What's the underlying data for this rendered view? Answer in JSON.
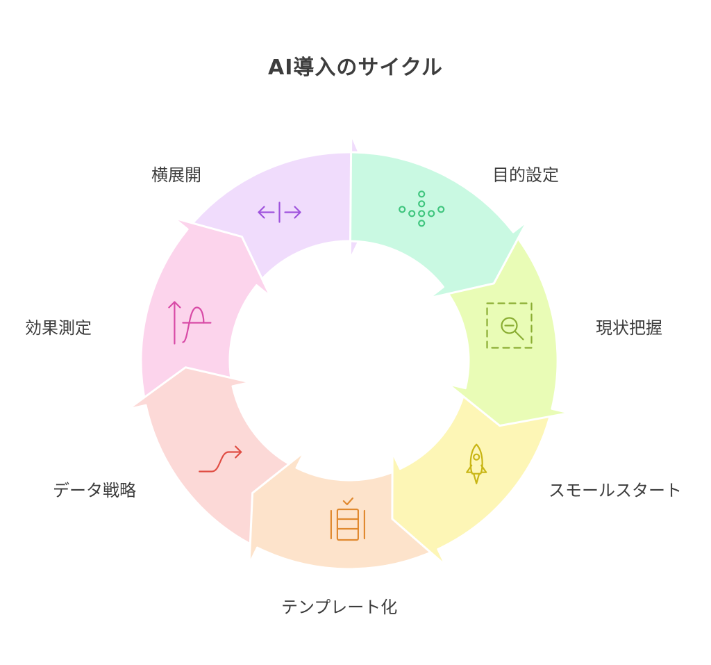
{
  "title": "AI導入のサイクル",
  "steps": [
    {
      "label": "目的設定",
      "fill": "#c9f9e2",
      "icon": "dots-down-icon",
      "icon_color": "#3fc57e"
    },
    {
      "label": "現状把握",
      "fill": "#e9fcb6",
      "icon": "zoom-out-icon",
      "icon_color": "#8aad33"
    },
    {
      "label": "スモールスタート",
      "fill": "#fdf6b6",
      "icon": "rocket-icon",
      "icon_color": "#c8b514"
    },
    {
      "label": "テンプレート化",
      "fill": "#fde3cb",
      "icon": "template-icon",
      "icon_color": "#e0892f"
    },
    {
      "label": "データ戦略",
      "fill": "#fcd9d7",
      "icon": "curve-arrow-icon",
      "icon_color": "#e04d43"
    },
    {
      "label": "効果測定",
      "fill": "#fcd4ec",
      "icon": "measure-icon",
      "icon_color": "#d84aa6"
    },
    {
      "label": "横展開",
      "fill": "#f0dcfc",
      "icon": "expand-icon",
      "icon_color": "#9e52dc"
    }
  ]
}
